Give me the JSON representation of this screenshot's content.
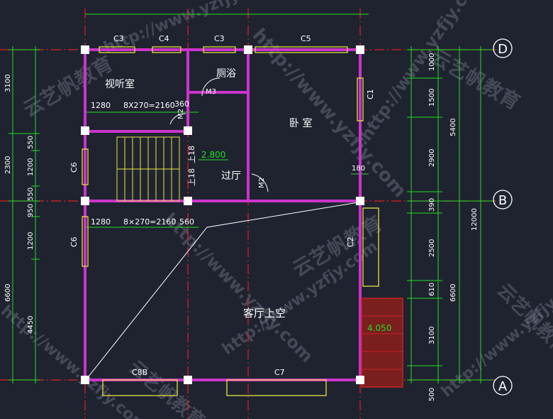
{
  "colors": {
    "background": "#1f2330",
    "wall": "#cc33cc",
    "axis_line": "#e02020",
    "dimension": "#22dd22",
    "window": "#e8e040",
    "text": "#ffffff",
    "column": "#ffffff",
    "stair": "#e8e040",
    "elevation": "#22dd22",
    "brick": "#cc2222"
  },
  "grid_axes": {
    "d": "D",
    "b": "B",
    "a": "A"
  },
  "rooms": {
    "av_room": "视听室",
    "bathroom": "厕浴",
    "bedroom": "卧 室",
    "hall": "过厅",
    "living_void": "客厅上空"
  },
  "windows": {
    "c3_left": "C3",
    "c4": "C4",
    "c3_mid": "C3",
    "c5": "C5",
    "c1": "C1",
    "c6_upper": "C6",
    "c6_lower": "C6",
    "c2": "C2",
    "c8b": "C8B",
    "c7": "C7"
  },
  "doors": {
    "m3": "M3",
    "m2_upper": "M2",
    "m2_hall": "M2"
  },
  "stairs": {
    "upper_run": "8X270=2160",
    "lower_run": "8×270=2160",
    "upper_left": "1280",
    "upper_right": "360",
    "lower_left": "1280",
    "lower_right": "560",
    "dn_label_1": "上18",
    "dn_label_2": "上18"
  },
  "levels": {
    "hall": "2.800",
    "balcony": "4.050"
  },
  "left_dims": {
    "outer": [
      "3100",
      "2300",
      "6600"
    ],
    "inner": [
      "550",
      "1200",
      "550",
      "950",
      "1200",
      "4450"
    ]
  },
  "right_dims": {
    "inner": [
      "1000",
      "1500",
      "2900",
      "390",
      "2500",
      "610",
      "3100",
      "500"
    ],
    "mid": [
      "5400",
      "6600"
    ],
    "outer": "12000",
    "wall_thickness": "180"
  },
  "watermarks": {
    "url": "http://www.yzfjy.com",
    "brand": "云艺帆教育"
  }
}
